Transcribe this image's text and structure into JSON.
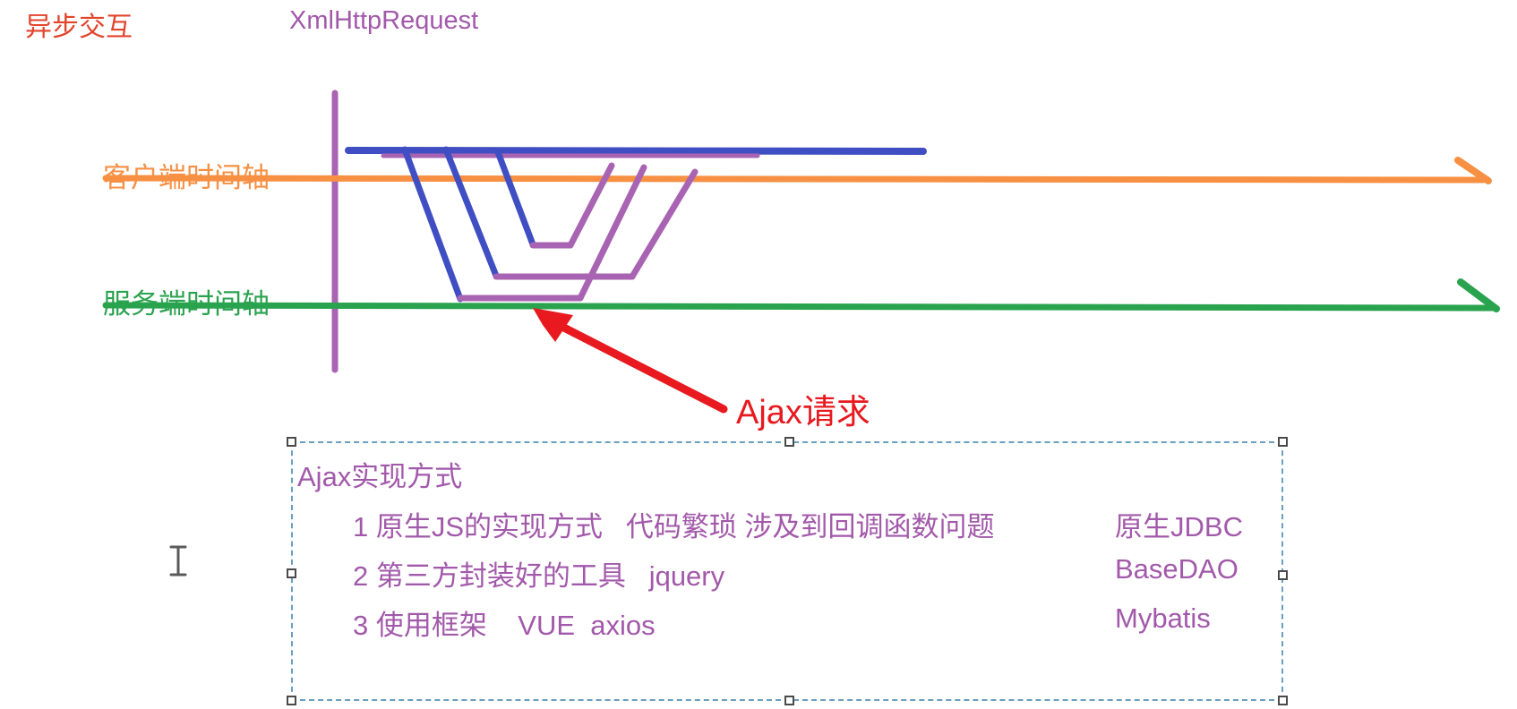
{
  "page": {
    "title": "异步交互",
    "tech_label": "XmlHttpRequest"
  },
  "timelines": {
    "client_label": "客户端时间轴",
    "server_label": "服务端时间轴"
  },
  "annotation": {
    "label": "Ajax请求"
  },
  "textbox": {
    "title": "Ajax实现方式",
    "rows": [
      {
        "left": "1 原生JS的实现方式   代码繁琐 涉及到回调函数问题",
        "right": "原生JDBC"
      },
      {
        "left": "2 第三方封装好的工具   jquery",
        "right": "BaseDAO"
      },
      {
        "left": "3 使用框架    VUE  axios",
        "right": "Mybatis"
      }
    ]
  },
  "colors": {
    "red": "#e2442c",
    "purple": "#a259aa",
    "ink": "#a864b2",
    "blue": "#3f4ec2",
    "orange": "#f79043",
    "green": "#2aa34f",
    "arrow": "#e8191f",
    "dash": "#6a9fbf",
    "cursor": "#5a5a5a"
  }
}
